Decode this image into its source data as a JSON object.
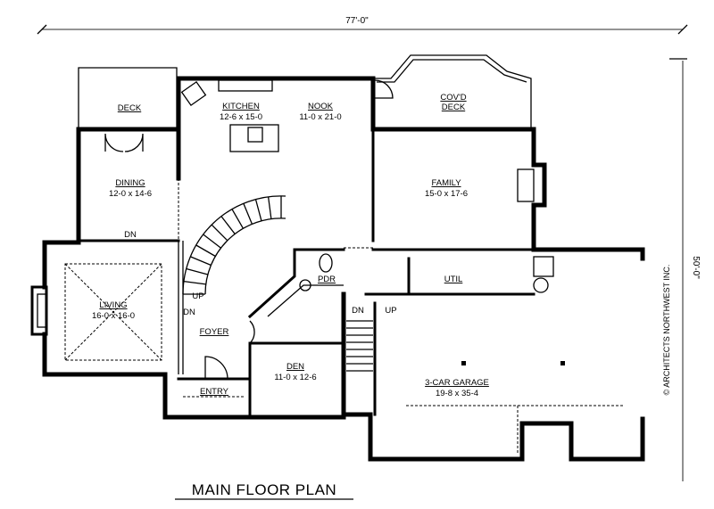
{
  "title": "MAIN FLOOR PLAN",
  "dimensions": {
    "width": "77'-0\"",
    "depth": "50'-0\""
  },
  "copyright": "© ARCHITECTS NORTHWEST INC.",
  "rooms": [
    {
      "name": "DECK",
      "size": ""
    },
    {
      "name": "KITCHEN",
      "size": "12-6 x 15-0"
    },
    {
      "name": "NOOK",
      "size": "11-0 x 21-0"
    },
    {
      "name": "COV'D",
      "size": "DECK"
    },
    {
      "name": "DINING",
      "size": "12-0 x 14-6"
    },
    {
      "name": "FAMILY",
      "size": "15-0 x 17-6"
    },
    {
      "name": "LIVING",
      "size": "16-0 x 16-0"
    },
    {
      "name": "FOYER",
      "size": ""
    },
    {
      "name": "PDR",
      "size": ""
    },
    {
      "name": "UTIL",
      "size": ""
    },
    {
      "name": "DEN",
      "size": "11-0 x 12-6"
    },
    {
      "name": "ENTRY",
      "size": ""
    },
    {
      "name": "3-CAR GARAGE",
      "size": "19-8 x 35-4"
    }
  ],
  "stair_labels": {
    "dn_dining": "DN",
    "up_main": "UP",
    "dn_living": "DN",
    "dn_basement": "DN",
    "up_garage": "UP"
  }
}
